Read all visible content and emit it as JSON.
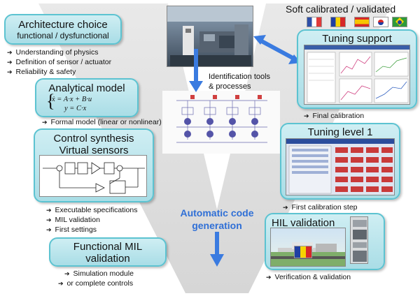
{
  "architecture": {
    "title": "Architecture choice",
    "subtitle": "functional / dysfunctional",
    "bullets": [
      "Understanding of physics",
      "Definition of sensor / actuator",
      "Reliability & safety"
    ]
  },
  "analytical": {
    "title": "Analytical model",
    "eq1": "ẋ = A·x + B·u",
    "eq2": "y = C·x",
    "bullet": "Formal model (linear or nonlinear)"
  },
  "control": {
    "title_line1": "Control synthesis",
    "title_line2": "Virtual sensors",
    "bullets": [
      "Executable specifications",
      "MIL validation",
      "First settings"
    ]
  },
  "mil": {
    "title_line1": "Functional MIL",
    "title_line2": "validation",
    "bullet_line1": "Simulation module",
    "bullet_line2": "or complete controls"
  },
  "center": {
    "ident_line1": "Identification tools",
    "ident_line2": "& processes",
    "auto_line1": "Automatic code",
    "auto_line2": "generation"
  },
  "soft": {
    "title": "Soft calibrated / validated",
    "flags": [
      "france",
      "romania",
      "spain",
      "south-korea",
      "brazil"
    ]
  },
  "tuning_support": {
    "title": "Tuning support",
    "bullet": "Final calibration"
  },
  "tuning_level": {
    "title": "Tuning level 1",
    "bullet": "First calibration step"
  },
  "hil": {
    "title": "HIL validation",
    "bullet": "Verification & validation"
  },
  "colors": {
    "box_fill": "#bfe8ef",
    "box_border": "#5cc3d1",
    "arrow": "#3a7be0",
    "auto_text": "#2f6fd6"
  }
}
